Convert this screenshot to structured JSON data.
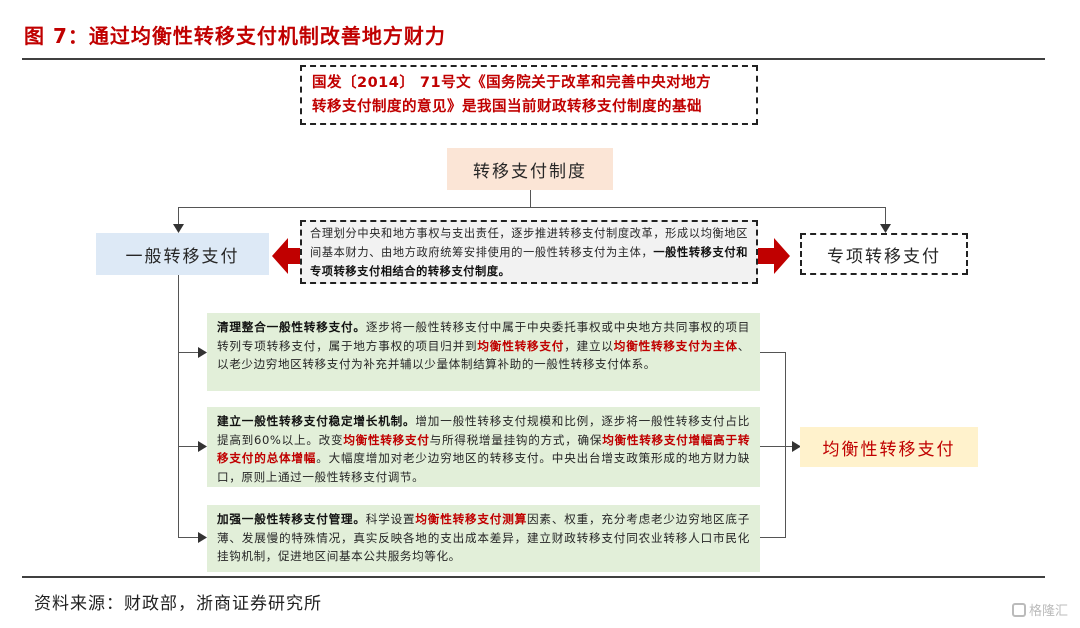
{
  "title": "图 7：通过均衡性转移支付机制改善地方财力",
  "top_note": {
    "line1": "国发〔2014〕 71号文《国务院关于改革和完善中央对地方",
    "line2": "转移支付制度的意见》是我国当前财政转移支付制度的基础"
  },
  "root_node": "转移支付制度",
  "left_node": "一般转移支付",
  "right_node": "专项转移支付",
  "middle_note": [
    {
      "text": "合理划分中央和地方事权与支出责任，逐步推进转移支付制度改革，形成以均衡地区间基本财力、由地方政府统筹安排使用的一般性转移支付为主体，",
      "style": "n"
    },
    {
      "text": "一般性转移支付和专项转移支付相结合的转移支付制度。",
      "style": "b"
    }
  ],
  "measures": [
    [
      {
        "text": "清理整合一般性转移支付。",
        "style": "b"
      },
      {
        "text": "逐步将一般性转移支付中属于中央委托事权或中央地方共同事权的项目转列专项转移支付，属于地方事权的项目归并到",
        "style": "n"
      },
      {
        "text": "均衡性转移支付",
        "style": "r"
      },
      {
        "text": "，建立以",
        "style": "n"
      },
      {
        "text": "均衡性转移支付为主体",
        "style": "r"
      },
      {
        "text": "、以老少边穷地区转移支付为补充并辅以少量体制结算补助的一般性转移支付体系。",
        "style": "n"
      }
    ],
    [
      {
        "text": "建立一般性转移支付稳定增长机制。",
        "style": "b"
      },
      {
        "text": "增加一般性转移支付规模和比例，逐步将一般性转移支付占比提高到60%以上。改变",
        "style": "n"
      },
      {
        "text": "均衡性转移支付",
        "style": "r"
      },
      {
        "text": "与所得税增量挂钩的方式，确保",
        "style": "n"
      },
      {
        "text": "均衡性转移支付增幅高于转移支付的总体增幅",
        "style": "r"
      },
      {
        "text": "。大幅度增加对老少边穷地区的转移支付。中央出台增支政策形成的地方财力缺口，原则上通过一般性转移支付调节。",
        "style": "n"
      }
    ],
    [
      {
        "text": "加强一般性转移支付管理。",
        "style": "b"
      },
      {
        "text": "科学设置",
        "style": "n"
      },
      {
        "text": "均衡性转移支付测算",
        "style": "r"
      },
      {
        "text": "因素、权重，充分考虑老少边穷地区底子薄、发展慢的特殊情况，真实反映各地的支出成本差异，建立财政转移支付同农业转移人口市民化挂钩机制，促进地区间基本公共服务均等化。",
        "style": "n"
      }
    ]
  ],
  "target_node": "均衡性转移支付",
  "source": "资料来源：财政部，浙商证券研究所",
  "watermark": "格隆汇",
  "colors": {
    "title_red": "#c00000",
    "root_fill": "#fbe5d6",
    "left_fill": "#dde9f6",
    "measure_fill": "#e2efd9",
    "target_fill": "#fff2cc",
    "middle_fill": "#f2f2f2"
  }
}
